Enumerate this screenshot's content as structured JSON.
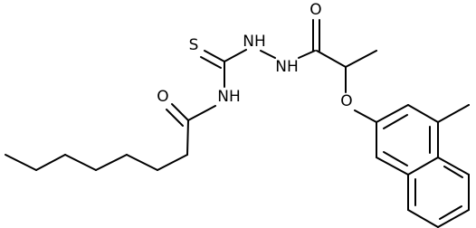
{
  "atoms": {
    "S": "S",
    "NH_amide": "NH",
    "NH_hydrazide_upper": "NH",
    "NH_hydrazide_lower": "NH",
    "O_acyl_left": "O",
    "O_acyl_right": "O",
    "O_ether": "O"
  },
  "colors": {
    "bond": "#000000",
    "label": "#000000",
    "background": "#ffffff"
  }
}
